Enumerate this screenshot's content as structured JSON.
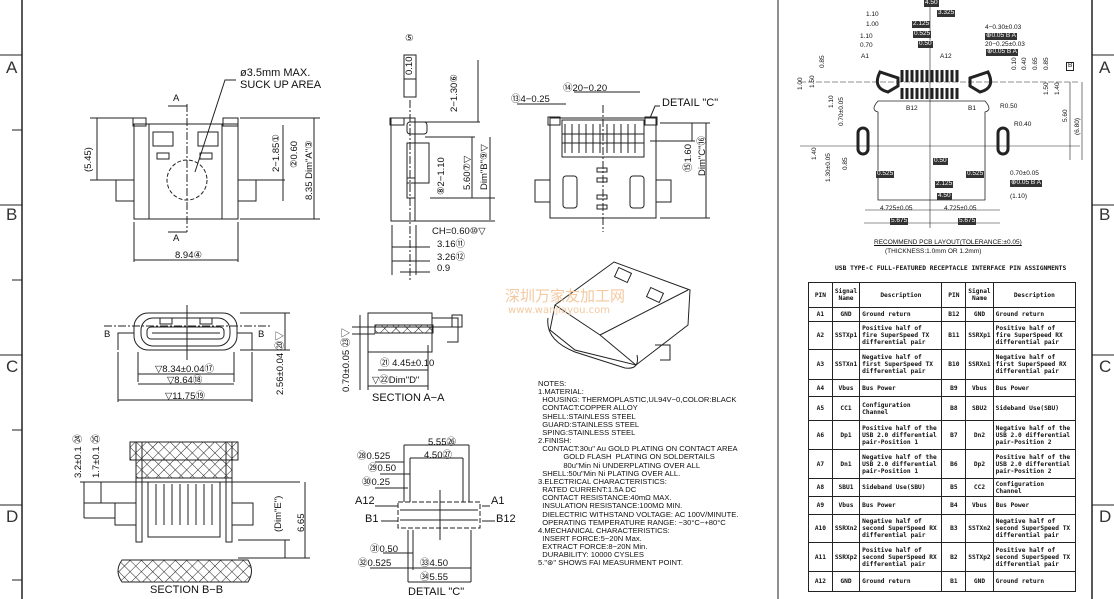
{
  "frame": {
    "zones_left": [
      "A",
      "B",
      "C",
      "D"
    ],
    "zones_right": [
      "A",
      "B",
      "C",
      "D"
    ]
  },
  "top_view": {
    "suck_up_1": "ø3.5mm MAX.",
    "suck_up_2": "SUCK UP AREA",
    "section_mark": "A",
    "section_mark_bottom": "A",
    "dim_545": "(5.45)",
    "dim_185": "2−1.85①",
    "dim_060": "②0.60",
    "dim_835": "8.35 Dim\"A\"③",
    "dim_894": "8.94④"
  },
  "side_view": {
    "flatness": "0.10",
    "flatness_ref": "⑤",
    "dim_130": "2−1.30⑥",
    "dim_560": "5.60⑦▽",
    "dim_b": "Dim\"B\"⑨▽",
    "dim_110": "⑧2−1.10",
    "ch": "CH=0.60⑩▽",
    "dim_316": "3.16⑪",
    "dim_326": "3.26⑫",
    "dim_09": "0.9"
  },
  "front_top_view": {
    "dim_425": "⑬4−0.25",
    "dim_2020": "⑭20−0.20",
    "detail_c": "DETAIL  \"C\"",
    "dim_160": "⑮1.60",
    "dim_c": "Dim\"C\"⑯"
  },
  "front_view": {
    "b_left": "B",
    "b_right": "B",
    "dim_834": "▽8.34±0.04⑰",
    "dim_864": "▽8.64⑱",
    "dim_1175": "▽11.75⑲",
    "dim_256": "2.56±0.04 ⑳▽"
  },
  "section_aa": {
    "dim_445": "㉑ 4.45±0.10",
    "dim_d": "▽㉒Dim\"D\"",
    "dim_070": "0.70±0.05 ㉓▽",
    "title": "SECTION  A−A"
  },
  "section_bb": {
    "dim_32": "3.2±0.1 ㉔",
    "dim_17": "1.7±0.1 ㉕",
    "dim_e": "(Dim\"E\")",
    "dim_665": "6.65",
    "title": "SECTION  B−B"
  },
  "detail_c": {
    "d555": "5.55㉖",
    "d450": "4.50㉗",
    "d0525": "㉘0.525",
    "d050": "㉙0.50",
    "d025": "㉚0.25",
    "a12": "A12",
    "a1": "A1",
    "b1": "B1",
    "b12": "B12",
    "d050b": "㉛0.50",
    "d0525b": "㉜0.525",
    "d450b": "㉝4.50",
    "d555b": "㉞5.55",
    "title": "DETAIL  \"C\""
  },
  "notes": [
    "NOTES:",
    "1.MATERIAL:",
    "  HOUSING: THERMOPLASTIC,UL94V−0,COLOR:BLACK",
    "  CONTACT:COPPER ALLOY",
    "  SHELL:STAINLESS STEEL",
    "  GUARD:STAINLESS STEEL",
    "  SPING:STAINLESS STEEL",
    "2.FINISH:",
    "  CONTACT:30u\" Au GOLD PLATING ON CONTACT AREA",
    "            GOLD FLASH  PLATING ON SOLDERTAILS",
    "            80u\"Min Ni UNDERPLATING OVER ALL",
    "  SHELL:50u\"Min Ni PLATING OVER ALL.",
    "3.ELECTRICAL CHARACTERISTICS:",
    "  RATED CURRENT:1.5A DC",
    "  CONTACT RESISTANCE:40mΩ MAX.",
    "  INSULATION RESISTANCE:100MΩ MIN.",
    "  DIELECTRIC WITHSTAND VOLTAGE: AC 100V/MINUTE.",
    "  OPERATING TEMPERATURE RANGE: −30°C~+80°C",
    "4.MECHANICAL CHARACTERISTICS:",
    "  INSERT FORCE:5−20N Max.",
    "  EXTRACT FORCE:8−20N Min.",
    "  DURABILITY: 10000 CYSLES",
    "5.\"⊛\" SHOWS FAI MEASURMENT POINT."
  ],
  "watermark": {
    "cn": "深圳万家友加工网",
    "url": "www.wanjiayou.com",
    "accent": "#f3c9a0"
  },
  "pcb_layout": {
    "title": "RECOMMEND PCB LAYOUT(TOLERANCE:±0.05)",
    "subtitle": "(THICKNESS:1.0mm OR 1.2mm)",
    "datum": "B",
    "labels": {
      "w450": "4.50",
      "w3325": "3.325",
      "l110a": "1.10",
      "l100": "1.00",
      "w2125": "2.125",
      "w0525": "0.525",
      "w050": "0.50",
      "l110b": "1.10",
      "l070": "0.70",
      "pad4": "4−0.30±0.03",
      "pad4tol": "⊕0.05 B A",
      "pad20": "20−0.25±0.03",
      "pad20tol": "⊕0.05 B A",
      "a1": "A1",
      "a12": "A12",
      "b12": "B12",
      "b1": "B1",
      "r050": "R0.50",
      "r040": "R0.40",
      "b0525l": "0.525",
      "b0525r": "0.525",
      "b050": "0.50",
      "b2125": "2.125",
      "b450": "4.50",
      "slot070": "0.70±0.05",
      "slot070tol": "⊕0.05 B A",
      "p110": "(1.10)",
      "h4725l": "4.725±0.05",
      "h4725r": "4.725±0.05",
      "h5675l": "5.675",
      "h5675r": "5.675",
      "v085a": "0.85",
      "v150a": "1.50",
      "v100": "1.00",
      "v110": "1.10",
      "v070": "0.70±0.05",
      "v140a": "1.40",
      "v130": "1.30±0.05",
      "v085b": "0.85",
      "v010": "0.10",
      "v040": "0.40",
      "v065": "0.65",
      "v085c": "0.85",
      "v150b": "1.50",
      "v140b": "1.40",
      "v560": "5.60",
      "v680": "(6.80)"
    }
  },
  "pin_table": {
    "title": "USB TYPE-C FULL-FEATURED RECEPTACLE INTERFACE PIN ASSIGNMENTS",
    "headers": [
      "PIN",
      "Signal Name",
      "Description",
      "PIN",
      "Signal Name",
      "Description"
    ],
    "rows": [
      [
        "A1",
        "GND",
        "Ground return",
        "B12",
        "GND",
        "Ground return"
      ],
      [
        "A2",
        "SSTXp1",
        "Positive half of fire SuperSpeed TX differential pair",
        "B11",
        "SSRXp1",
        "Positive half of fire SuperSpeed RX differential pair"
      ],
      [
        "A3",
        "SSTXn1",
        "Negative half of first SuperSpeed TX differential pair",
        "B10",
        "SSRXn1",
        "Negative half of first SuperSpeed RX differential pair"
      ],
      [
        "A4",
        "Vbus",
        "Bus Power",
        "B9",
        "Vbus",
        "Bus Power"
      ],
      [
        "A5",
        "CC1",
        "Configuration Channel",
        "B8",
        "SBU2",
        "Sideband Use(SBU)"
      ],
      [
        "A6",
        "Dp1",
        "Positive half of the USB 2.0 differential pair-Position 1",
        "B7",
        "Dn2",
        "Negative half of the USB 2.0 differential pair-Position 2"
      ],
      [
        "A7",
        "Dn1",
        "Negative half of the USB 2.0 differential pair-Position 1",
        "B6",
        "Dp2",
        "Positive half of the USB 2.0 differential pair-Position 2"
      ],
      [
        "A8",
        "SBU1",
        "Sideband Use(SBU)",
        "B5",
        "CC2",
        "Configuration Channel"
      ],
      [
        "A9",
        "Vbus",
        "Bus Power",
        "B4",
        "Vbus",
        "Bus Power"
      ],
      [
        "A10",
        "SSRXn2",
        "Negative half of second SuperSpeed RX differential pair",
        "B3",
        "SSTXn2",
        "Negative half of second SuperSpeed TX differential pair"
      ],
      [
        "A11",
        "SSRXp2",
        "Positive half of second SuperSpeed RX differential pair",
        "B2",
        "SSTXp2",
        "Positive half of second SuperSpeed TX differential pair"
      ],
      [
        "A12",
        "GND",
        "Ground return",
        "B1",
        "GND",
        "Ground return"
      ]
    ]
  }
}
